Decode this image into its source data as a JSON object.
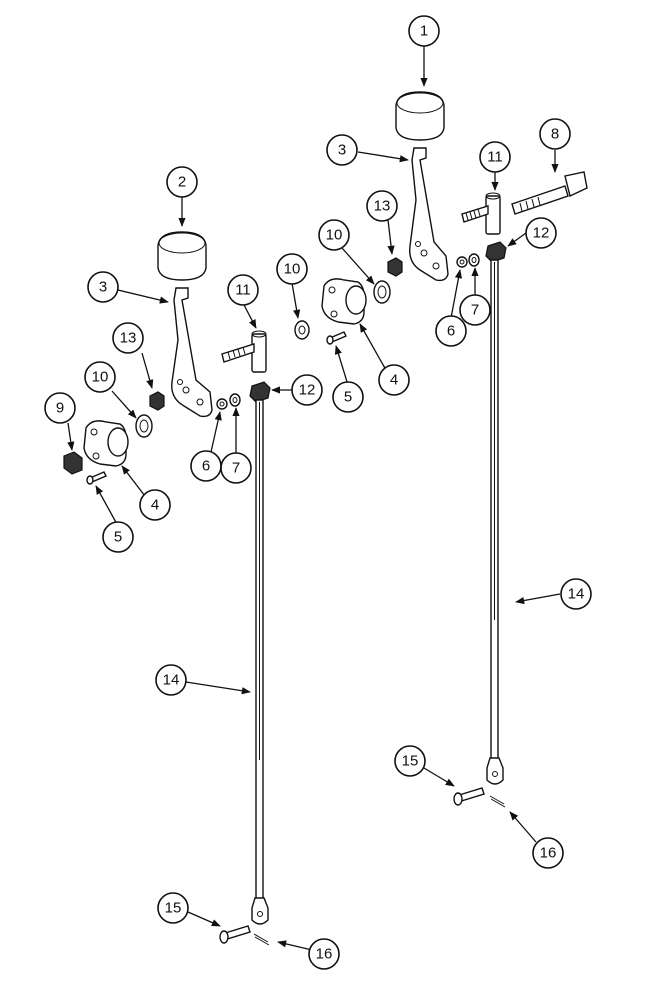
{
  "diagram": {
    "callouts": [
      {
        "id": "c1",
        "label": "1"
      },
      {
        "id": "c2",
        "label": "2"
      },
      {
        "id": "c3a",
        "label": "3"
      },
      {
        "id": "c3b",
        "label": "3"
      },
      {
        "id": "c4a",
        "label": "4"
      },
      {
        "id": "c4b",
        "label": "4"
      },
      {
        "id": "c5a",
        "label": "5"
      },
      {
        "id": "c5b",
        "label": "5"
      },
      {
        "id": "c6a",
        "label": "6"
      },
      {
        "id": "c6b",
        "label": "6"
      },
      {
        "id": "c7a",
        "label": "7"
      },
      {
        "id": "c7b",
        "label": "7"
      },
      {
        "id": "c8",
        "label": "8"
      },
      {
        "id": "c9",
        "label": "9"
      },
      {
        "id": "c10a",
        "label": "10"
      },
      {
        "id": "c10b",
        "label": "10"
      },
      {
        "id": "c10c",
        "label": "10"
      },
      {
        "id": "c11a",
        "label": "11"
      },
      {
        "id": "c11b",
        "label": "11"
      },
      {
        "id": "c12a",
        "label": "12"
      },
      {
        "id": "c12b",
        "label": "12"
      },
      {
        "id": "c13a",
        "label": "13"
      },
      {
        "id": "c13b",
        "label": "13"
      },
      {
        "id": "c14a",
        "label": "14"
      },
      {
        "id": "c14b",
        "label": "14"
      },
      {
        "id": "c15a",
        "label": "15"
      },
      {
        "id": "c15b",
        "label": "15"
      },
      {
        "id": "c16a",
        "label": "16"
      },
      {
        "id": "c16b",
        "label": "16"
      }
    ]
  }
}
